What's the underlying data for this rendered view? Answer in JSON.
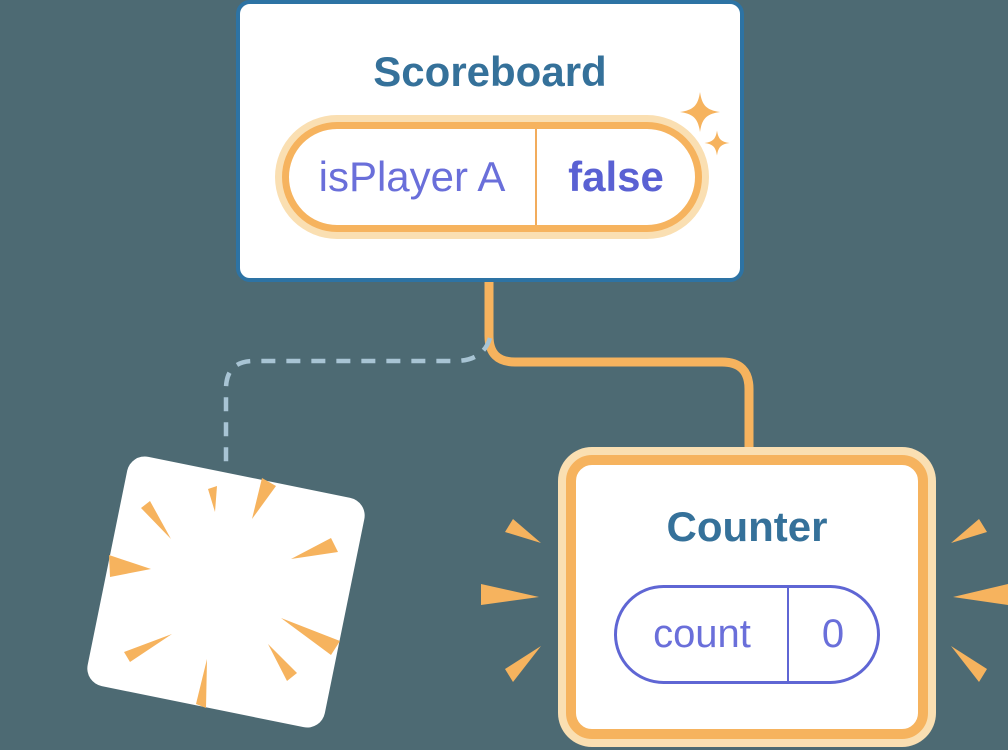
{
  "diagram": {
    "description": "React component tree state diagram",
    "background_color": "#4D6A73"
  },
  "scoreboard": {
    "title": "Scoreboard",
    "state_pill": {
      "name": "isPlayer A",
      "value": "false",
      "highlighted": true
    }
  },
  "counter": {
    "title": "Counter",
    "state_pill": {
      "name": "count",
      "value": "0"
    }
  },
  "destroyed_component": {
    "icon": "poof-burst-icon",
    "connector": "dashed"
  },
  "connectors": {
    "scoreboard_to_counter": "solid-orange",
    "scoreboard_to_destroyed": "dashed-blue"
  },
  "colors": {
    "background": "#4D6A73",
    "card_fill": "#FFFFFF",
    "card_border_blue": "#2D73A4",
    "title_text": "#35719A",
    "accent_orange": "#F6B35E",
    "accent_orange_halo": "#FADFB2",
    "state_text_purple": "#6A6FDA",
    "state_text_purple_bold": "#5A61D3",
    "pill_border_purple": "#5F66D4",
    "dashed_line_blue": "#A8C4D4"
  }
}
